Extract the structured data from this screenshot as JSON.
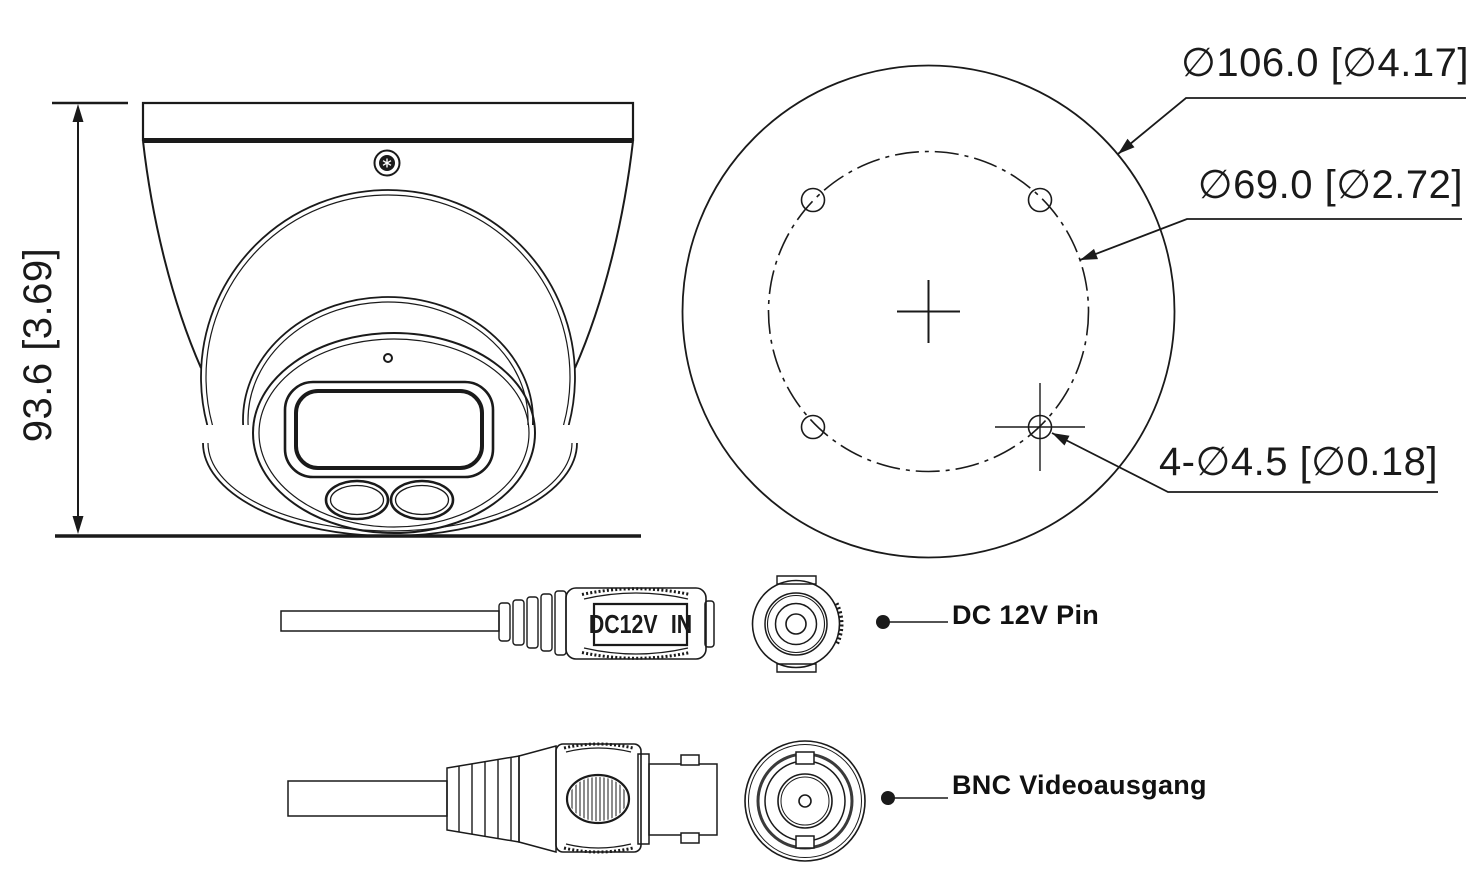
{
  "labels": {
    "camera_height": "93.6 [3.69]",
    "base_outer_diameter": "∅106.0 [∅4.17]",
    "mount_hole_circle_diameter": "∅69.0 [∅2.72]",
    "mount_holes_spec": "4-∅4.5 [∅0.18]",
    "dc_connector_marking": "DC12V IN",
    "dc_connector_callout": "DC 12V Pin",
    "bnc_connector_callout": "BNC Videoausgang"
  },
  "colors": {
    "line": "#1a1a1a",
    "background": "#ffffff"
  }
}
